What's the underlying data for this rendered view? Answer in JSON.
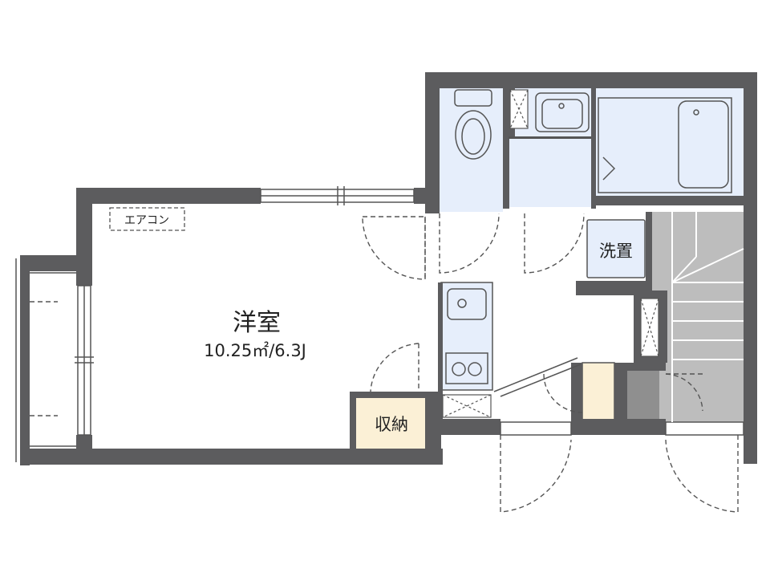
{
  "floorplan": {
    "room_name": "洋室",
    "room_area": "10.25㎡/6.3J",
    "aircon_label": "エアコン",
    "storage_label": "収納",
    "washer_label": "洗置"
  },
  "colors": {
    "wall": "#5c5c5e",
    "wet_area": "#e6eefb",
    "storage": "#fbf0d6",
    "stairs": "#bdbdbd",
    "stair_dark": "#8f8f8f",
    "line": "#555555"
  }
}
